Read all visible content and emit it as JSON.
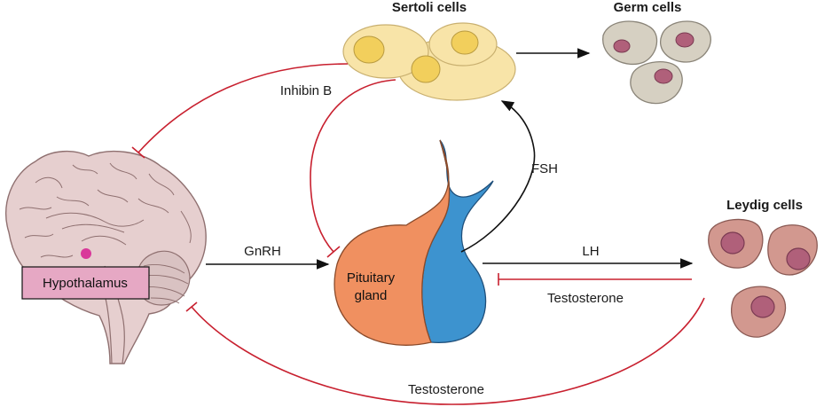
{
  "labels": {
    "sertoli": "Sertoli cells",
    "germ": "Germ cells",
    "leydig": "Leydig cells",
    "hypothalamus": "Hypothalamus",
    "pituitary_line1": "Pituitary",
    "pituitary_line2": "gland",
    "inhibin": "Inhibin B",
    "fsh": "FSH",
    "gnrh": "GnRH",
    "lh": "LH",
    "testosterone_pituitary": "Testosterone",
    "testosterone_bottom": "Testosterone"
  },
  "colors": {
    "inhibit": "#c8202f",
    "stimulate": "#111111",
    "sertoli_fill": "#f8e4a8",
    "sertoli_nucleus": "#f2cf5c",
    "germ_fill": "#d6d0c2",
    "germ_nucleus": "#b0607a",
    "leydig_fill": "#d2988f",
    "leydig_nucleus": "#b0607a",
    "pituitary_anterior": "#f09060",
    "pituitary_posterior": "#3d93cf",
    "brain": "#e6cfcf",
    "hypothalamus_box": "#e6a8c4",
    "hypothalamus_dot": "#d9389a"
  }
}
